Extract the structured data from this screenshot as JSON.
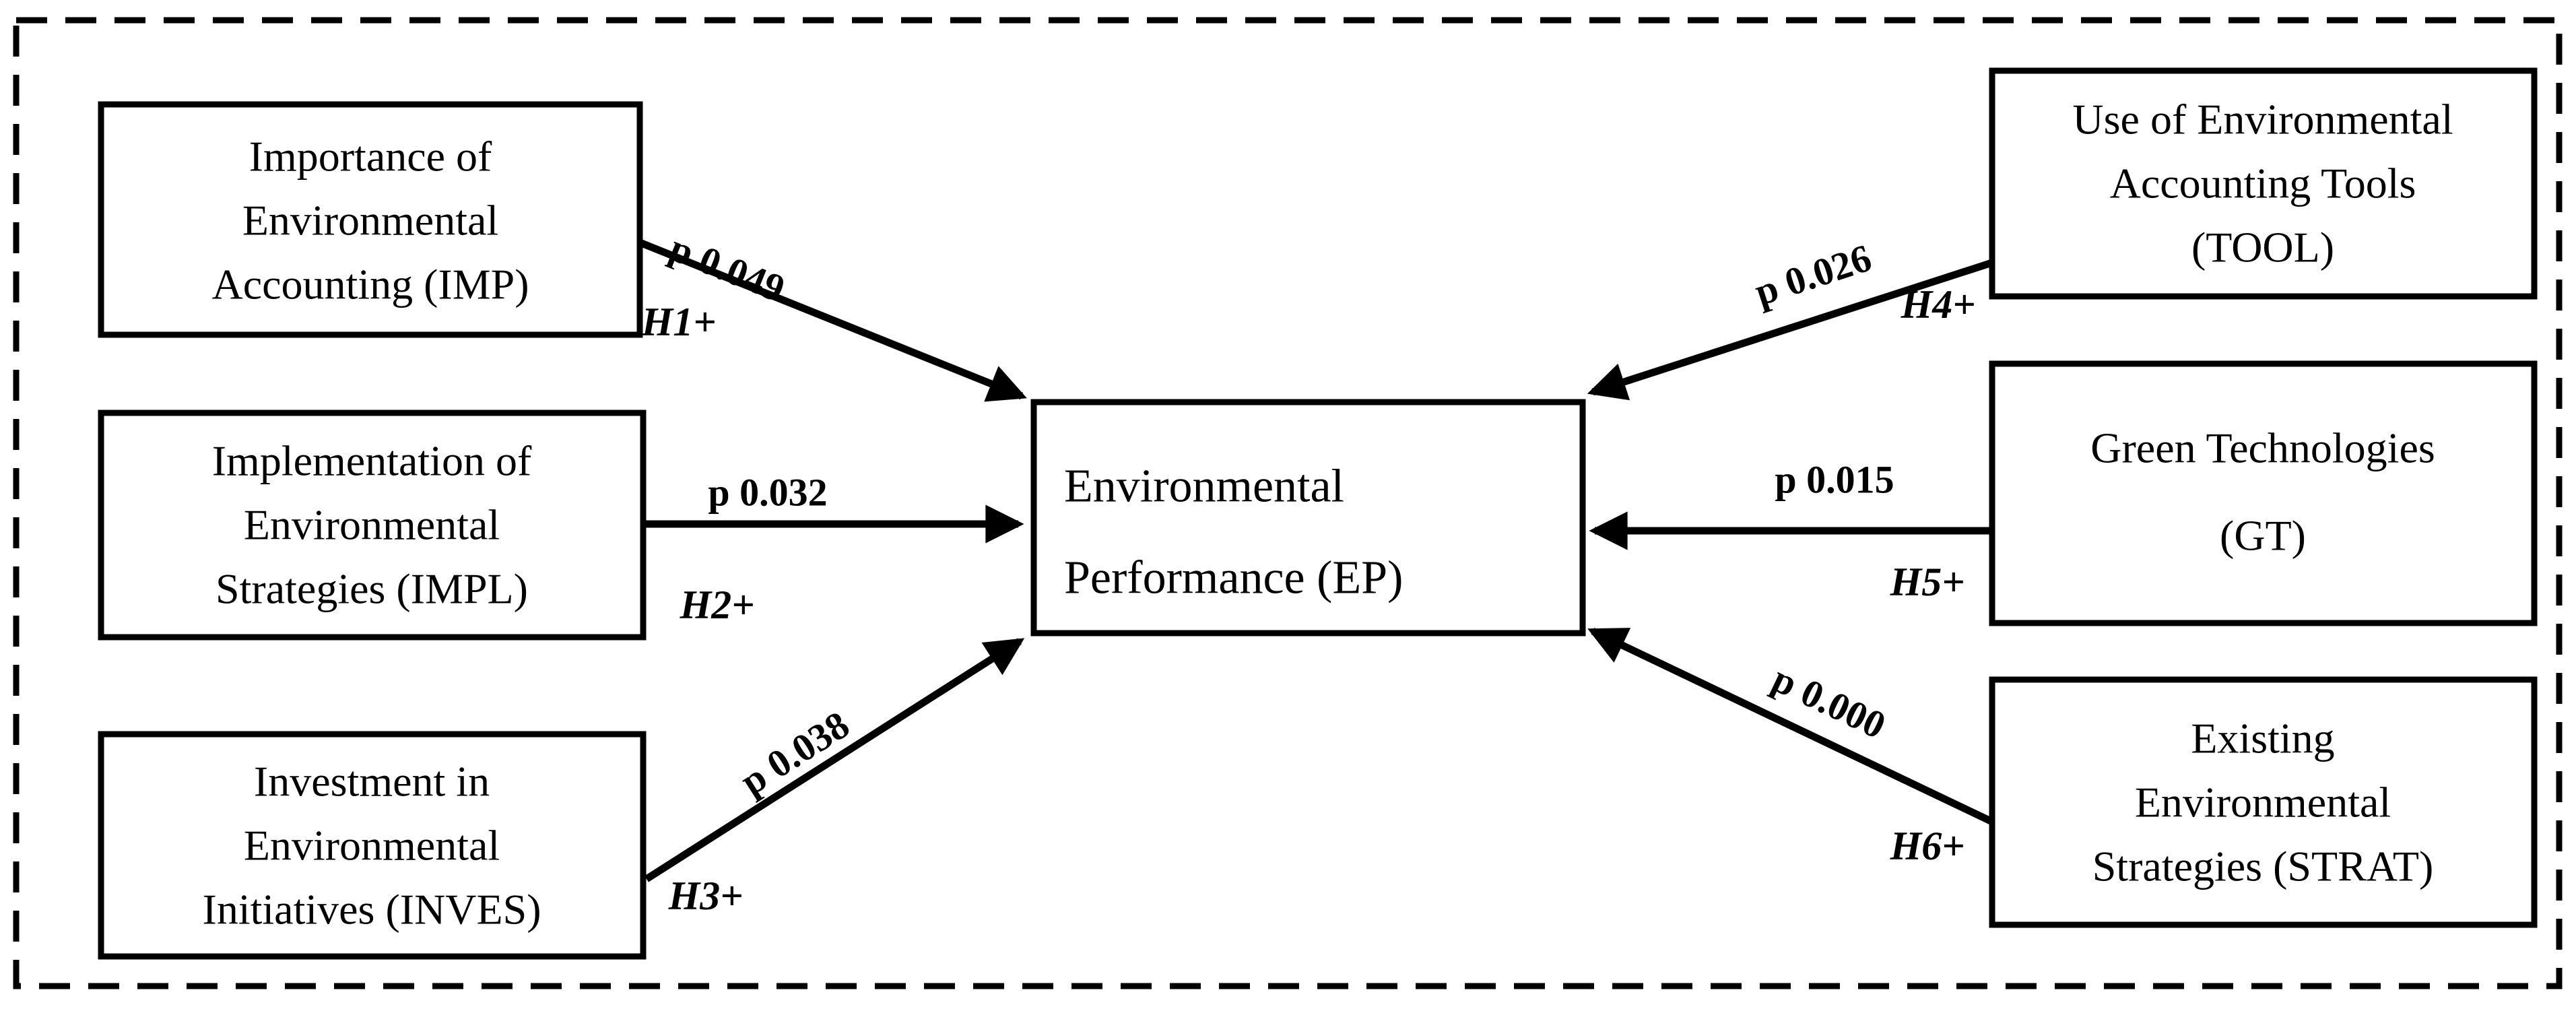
{
  "figure": {
    "type": "path-model-diagram",
    "background": "#ffffff",
    "ink": "#000000",
    "nodes": {
      "imp": {
        "code": "IMP",
        "lines": [
          "Importance of",
          "Environmental",
          "Accounting (IMP)"
        ]
      },
      "impl": {
        "code": "IMPL",
        "lines": [
          "Implementation of",
          "Environmental",
          "Strategies (IMPL)"
        ]
      },
      "inves": {
        "code": "INVES",
        "lines": [
          "Investment in",
          "Environmental",
          "Initiatives (INVES)"
        ]
      },
      "ep": {
        "code": "EP",
        "lines": [
          "Environmental",
          "Performance (EP)"
        ]
      },
      "tool": {
        "code": "TOOL",
        "lines": [
          "Use of Environmental",
          "Accounting Tools",
          "(TOOL)"
        ]
      },
      "gt": {
        "code": "GT",
        "lines": [
          "Green Technologies",
          "(GT)"
        ]
      },
      "strat": {
        "code": "STRAT",
        "lines": [
          "Existing",
          "Environmental",
          "Strategies (STRAT)"
        ]
      }
    },
    "paths": {
      "h1": {
        "from": "IMP",
        "to": "EP",
        "p_label": "p 0.049",
        "hypothesis": "H1+"
      },
      "h2": {
        "from": "IMPL",
        "to": "EP",
        "p_label": "p 0.032",
        "hypothesis": "H2+"
      },
      "h3": {
        "from": "INVES",
        "to": "EP",
        "p_label": "p 0.038",
        "hypothesis": "H3+"
      },
      "h4": {
        "from": "TOOL",
        "to": "EP",
        "p_label": "p 0.026",
        "hypothesis": "H4+"
      },
      "h5": {
        "from": "GT",
        "to": "EP",
        "p_label": "p 0.015",
        "hypothesis": "H5+"
      },
      "h6": {
        "from": "STRAT",
        "to": "EP",
        "p_label": "p 0.000",
        "hypothesis": "H6+"
      }
    }
  }
}
